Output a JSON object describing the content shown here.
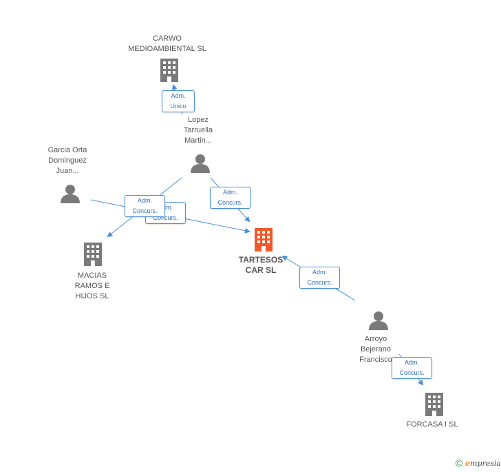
{
  "nodes": {
    "carwo": {
      "label": "CARWO\nMEDIOAMBIENTAL SL",
      "type": "company"
    },
    "lopez": {
      "label": "Lopez\nTarruella\nMartin...",
      "type": "person"
    },
    "garcia": {
      "label": "Garcia Orta\nDominguez\nJuan...",
      "type": "person"
    },
    "macias": {
      "label": "MACIAS\nRAMOS E\nHIJOS SL",
      "type": "company"
    },
    "tartesos": {
      "label": "TARTESOS\nCAR SL",
      "type": "company-main"
    },
    "arroyo": {
      "label": "Arroyo\nBejerano\nFrancisco",
      "type": "person"
    },
    "forcasa": {
      "label": "FORCASA I SL",
      "type": "company"
    }
  },
  "edge_labels": {
    "lopez_carwo": "Adm.\nUnico",
    "lopez_tartesos": "Adm.\nConcurs.",
    "lopez_macias": "Adm.\nConcurs.",
    "garcia_tartesos": "Adm.\nConcurs.",
    "arroyo_tartesos": "Adm.\nConcurs.",
    "arroyo_forcasa": "Adm.\nConcurs."
  },
  "colors": {
    "edge": "#4a90d9",
    "icon": "#7a7a7a",
    "main": "#f05a2a"
  },
  "footer": {
    "copyright": "©",
    "brand_e": "e",
    "brand_rest": "mpresia"
  }
}
